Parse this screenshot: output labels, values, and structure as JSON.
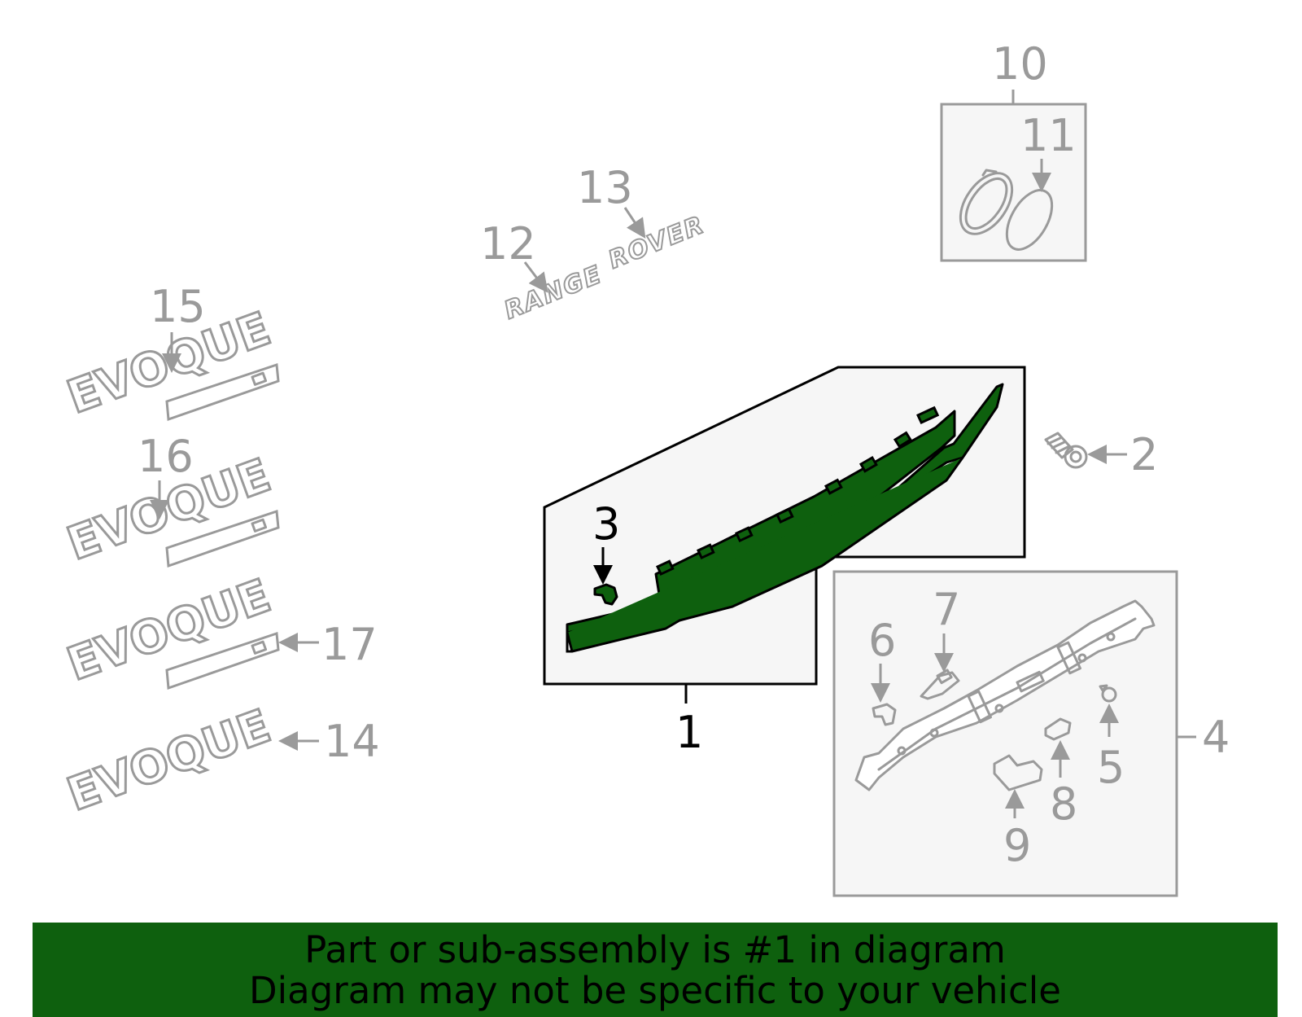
{
  "diagram": {
    "callouts": {
      "c1": "1",
      "c2": "2",
      "c3": "3",
      "c4": "4",
      "c5": "5",
      "c6": "6",
      "c7": "7",
      "c8": "8",
      "c9": "9",
      "c10": "10",
      "c11": "11",
      "c12": "12",
      "c13": "13",
      "c14": "14",
      "c15": "15",
      "c16": "16",
      "c17": "17"
    },
    "badges": {
      "range": "RANGE",
      "rover": "ROVER",
      "evoque": "EVOQUE"
    },
    "colors": {
      "highlight": "#0e600e",
      "line": "#9a9a9a",
      "panel": "#f6f6f6"
    }
  },
  "banner": {
    "line1": "Part or sub-assembly is #1 in diagram",
    "line2": "Diagram may not be specific to your vehicle"
  }
}
